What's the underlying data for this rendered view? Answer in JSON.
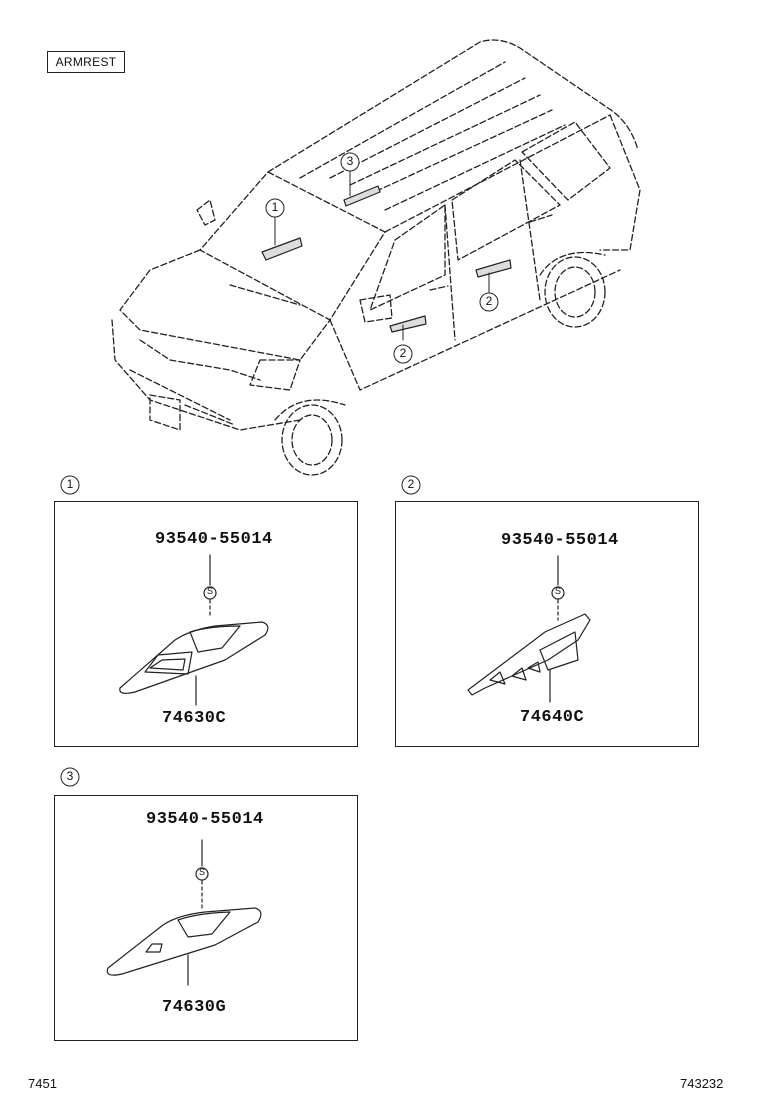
{
  "header": {
    "title": "ARMREST"
  },
  "callouts": [
    "1",
    "2",
    "3"
  ],
  "panels": [
    {
      "id": "1",
      "screw_part": "93540-55014",
      "screw_mark": "S",
      "part": "74630C"
    },
    {
      "id": "2",
      "screw_part": "93540-55014",
      "screw_mark": "S",
      "part": "74640C"
    },
    {
      "id": "3",
      "screw_part": "93540-55014",
      "screw_mark": "S",
      "part": "74630G"
    }
  ],
  "footer": {
    "left": "7451",
    "right": "743232"
  }
}
